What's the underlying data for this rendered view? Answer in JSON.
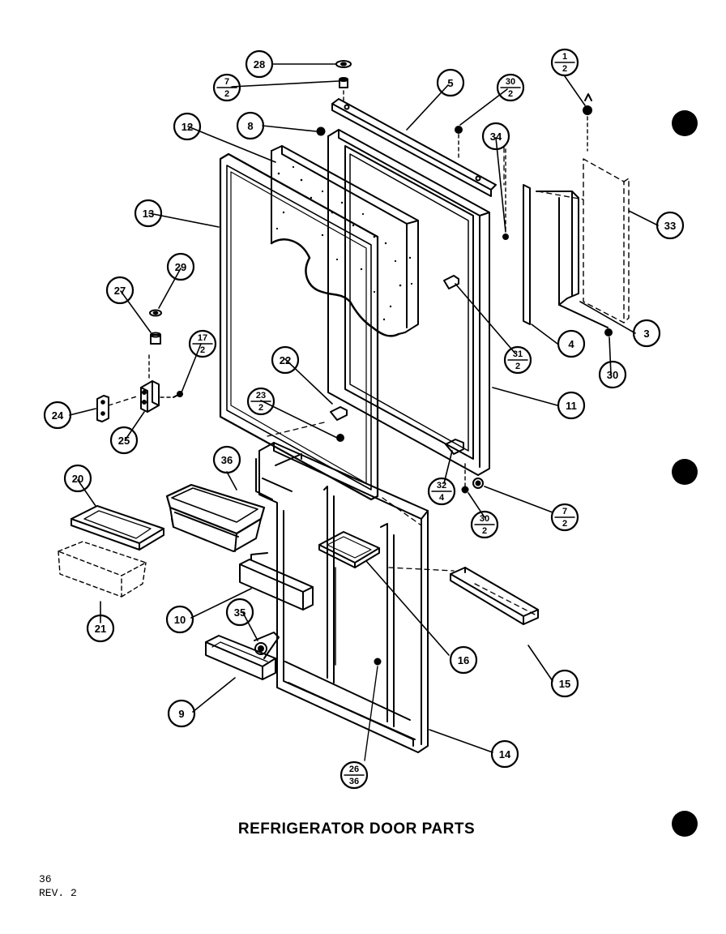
{
  "title": "REFRIGERATOR DOOR PARTS",
  "footer": {
    "page": "36",
    "revision": "REV. 2"
  },
  "callouts": [
    {
      "id": "c28",
      "label": "28"
    },
    {
      "id": "c7-2-top",
      "top": "7",
      "bottom": "2"
    },
    {
      "id": "c5",
      "label": "5"
    },
    {
      "id": "c30-2-top",
      "top": "30",
      "bottom": "2"
    },
    {
      "id": "c1-2",
      "top": "1",
      "bottom": "2"
    },
    {
      "id": "c12",
      "label": "12"
    },
    {
      "id": "c8",
      "label": "8"
    },
    {
      "id": "c34",
      "label": "34"
    },
    {
      "id": "c33",
      "label": "33"
    },
    {
      "id": "c13",
      "label": "13"
    },
    {
      "id": "c29",
      "label": "29"
    },
    {
      "id": "c27",
      "label": "27"
    },
    {
      "id": "c17-2",
      "top": "17",
      "bottom": "2"
    },
    {
      "id": "c3",
      "label": "3"
    },
    {
      "id": "c4",
      "label": "4"
    },
    {
      "id": "c31-2",
      "top": "31",
      "bottom": "2"
    },
    {
      "id": "c30",
      "label": "30"
    },
    {
      "id": "c22",
      "label": "22"
    },
    {
      "id": "c11",
      "label": "11"
    },
    {
      "id": "c23-2",
      "top": "23",
      "bottom": "2"
    },
    {
      "id": "c24",
      "label": "24"
    },
    {
      "id": "c25",
      "label": "25"
    },
    {
      "id": "c36",
      "label": "36"
    },
    {
      "id": "c20",
      "label": "20"
    },
    {
      "id": "c32-4",
      "top": "32",
      "bottom": "4"
    },
    {
      "id": "c7-2-bottom",
      "top": "7",
      "bottom": "2"
    },
    {
      "id": "c30-2-bottom",
      "top": "30",
      "bottom": "2"
    },
    {
      "id": "c21",
      "label": "21"
    },
    {
      "id": "c10",
      "label": "10"
    },
    {
      "id": "c35",
      "label": "35"
    },
    {
      "id": "c16",
      "label": "16"
    },
    {
      "id": "c15",
      "label": "15"
    },
    {
      "id": "c9",
      "label": "9"
    },
    {
      "id": "c14",
      "label": "14"
    },
    {
      "id": "c26-36",
      "top": "26",
      "bottom": "36"
    }
  ]
}
